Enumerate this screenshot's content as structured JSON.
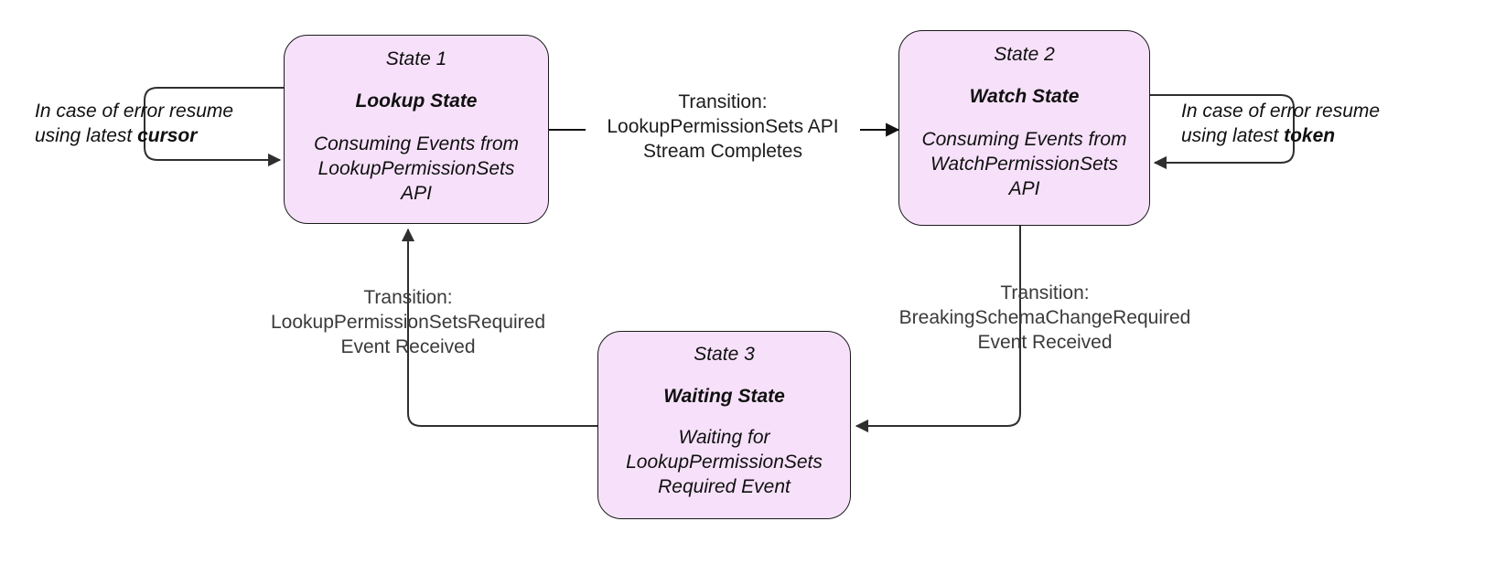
{
  "diagram": {
    "type": "state-machine",
    "title": "",
    "background_color": "#ffffff",
    "node_fill_color": "#f7e1fa",
    "node_border_color": "#1a1a1a",
    "edge_color": "#2a2a2a"
  },
  "states": [
    {
      "id": "State 1",
      "name": "Lookup State",
      "description": "Consuming Events from\nLookupPermissionSets\nAPI"
    },
    {
      "id": "State 2",
      "name": "Watch State",
      "description": "Consuming Events from\nWatchPermissionSets\nAPI"
    },
    {
      "id": "State 3",
      "name": "Waiting State",
      "description": "Waiting for\nLookupPermissionSets\nRequired Event"
    }
  ],
  "transitions": [
    {
      "from": "State 1",
      "to": "State 2",
      "label": "Transition:\nLookupPermissionSets API\nStream Completes"
    },
    {
      "from": "State 2",
      "to": "State 3",
      "label": "Transition:\nBreakingSchemaChangeRequired\nEvent Received"
    },
    {
      "from": "State 3",
      "to": "State 1",
      "label": "Transition:\nLookupPermissionSetsRequired\nEvent Received"
    }
  ],
  "self_loops": [
    {
      "state": "State 1",
      "side": "left",
      "text_prefix": "In case of error resume\nusing latest ",
      "text_keyword": "cursor"
    },
    {
      "state": "State 2",
      "side": "right",
      "text_prefix": "In case of error resume\nusing latest ",
      "text_keyword": "token"
    }
  ]
}
